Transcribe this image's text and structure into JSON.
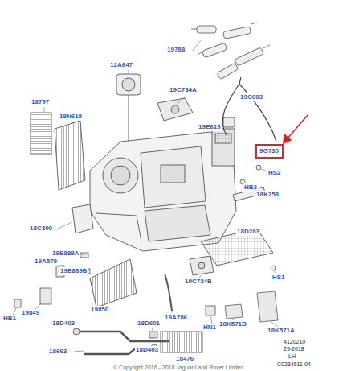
{
  "diagram": {
    "nodes": [
      {
        "text": [
          "9G730"
        ]
      }
    ],
    "labels": [
      "19788",
      "12A647",
      "19C734A",
      "19C603",
      "18797",
      "19N619",
      "19E616",
      "HS2",
      "HB2",
      "18K258",
      "18C300",
      "18D283",
      "19E889A",
      "19A579",
      "19E889B",
      "HS1",
      "19C734B",
      "19850",
      "19849",
      "19A786",
      "HN1",
      "18K571B",
      "18K571A",
      "HB1",
      "18D403",
      "18D601",
      "18663",
      "18D403",
      "18476",
      "4120210",
      "29-2018",
      "LH",
      "C0234611-04",
      "© Copyright 2016 - 2018 Jaguar Land Rover Limited"
    ]
  }
}
